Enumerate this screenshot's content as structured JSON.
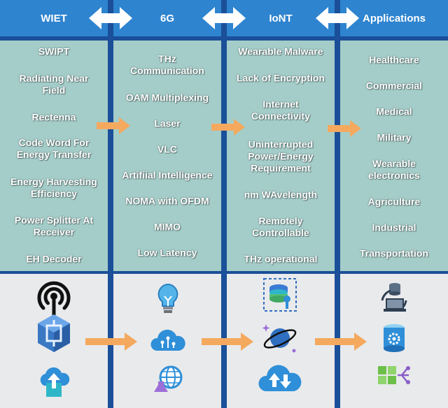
{
  "columns": [
    {
      "title": "WIET",
      "items": [
        "SWIPT",
        "Radiating Near\nField",
        "Rectenna",
        "Code Word For\nEnergy Transfer",
        "Energy Harvesting\nEfficiency",
        "Power Splitter At\nReceiver",
        "EH Decoder"
      ],
      "icons": [
        "broadcast-antenna-icon",
        "hexagon-cube-icon",
        "cloud-upload-icon"
      ]
    },
    {
      "title": "6G",
      "items": [
        "THz\nCommunication",
        "OAM Multiplexing",
        "Laser",
        "VLC",
        "Artifiial Intelligence",
        "NOMA with OFDM",
        "MIMO",
        "Low Latency"
      ],
      "icons": [
        "lightbulb-icon",
        "cloud-circuit-icon",
        "globe-flask-icon"
      ]
    },
    {
      "title": "IoNT",
      "items": [
        "Wearable Malware",
        "Lack of Encryption",
        "Internet\nConnectivity",
        "Uninterrupted\nPower/Energy\nRequirement",
        "nm WAvelength",
        "Remotely\nControllable",
        "THz operational"
      ],
      "icons": [
        "database-key-icon",
        "planet-orbit-icon",
        "cloud-transfer-icon"
      ]
    },
    {
      "title": "Applications",
      "items": [
        "Healthcare",
        "Commercial",
        "Medical",
        "Military",
        "Wearable\nelectronics",
        "Agriculture",
        "Industrial",
        "Transportation"
      ],
      "icons": [
        "computer-sync-icon",
        "database-gear-icon",
        "blocks-branch-icon"
      ]
    }
  ],
  "colors": {
    "background": "#1b4f99",
    "header": "#2e84cf",
    "list_panel": "#a4cdc9",
    "icon_panel": "#e9eaec",
    "flow_arrow": "#f4a95e",
    "double_arrow": "#ffffff"
  }
}
